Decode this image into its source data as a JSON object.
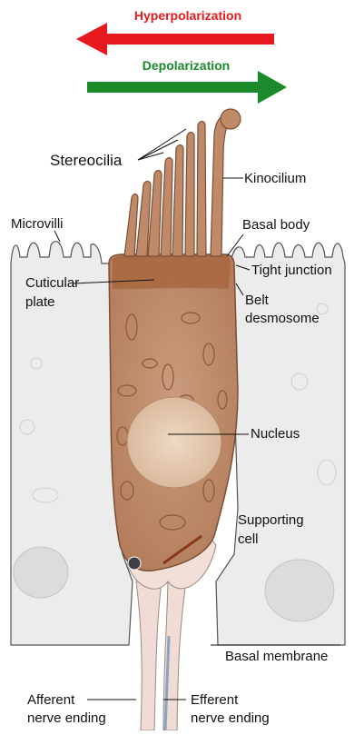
{
  "arrows": {
    "hyperpolarization": {
      "label": "Hyperpolarization",
      "color": "#e8191e",
      "direction": "left"
    },
    "depolarization": {
      "label": "Depolarization",
      "color": "#1a8a2a",
      "direction": "right"
    }
  },
  "labels": {
    "stereocilia": "Stereocilia",
    "kinocilium": "Kinocilium",
    "microvilli": "Microvilli",
    "basal_body": "Basal body",
    "cuticular_plate": [
      "Cuticular",
      "plate"
    ],
    "tight_junction": "Tight junction",
    "belt_desmosome": [
      "Belt",
      "desmosome"
    ],
    "nucleus": "Nucleus",
    "supporting_cell": [
      "Supporting",
      "cell"
    ],
    "basal_membrane": "Basal membrane",
    "afferent": [
      "Afferent",
      "nerve ending"
    ],
    "efferent": [
      "Efferent",
      "nerve ending"
    ]
  },
  "colors": {
    "hair_cell": "#c08a68",
    "hair_cell_outline": "#7a4e36",
    "cuticular_plate": "#a8673f",
    "supporting_cell": "#ececec",
    "supporting_outline": "#555555",
    "nerve": "#f0dcd4",
    "efferent_nerve": "#c9d6e6"
  }
}
